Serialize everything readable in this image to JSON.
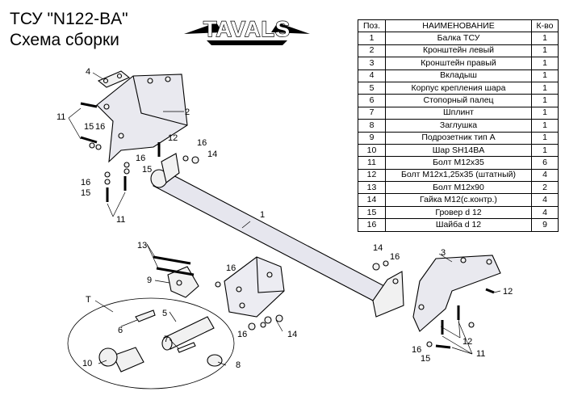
{
  "header": {
    "title": "ТСУ  \"N122-BA\"",
    "subtitle": "Схема сборки"
  },
  "logo": {
    "text": "TAVALS"
  },
  "parts_table": {
    "headers": [
      "Поз.",
      "НАИМЕНОВАНИЕ",
      "К-во"
    ],
    "rows": [
      [
        "1",
        "Балка ТСУ",
        "1"
      ],
      [
        "2",
        "Кронштейн левый",
        "1"
      ],
      [
        "3",
        "Кронштейн правый",
        "1"
      ],
      [
        "4",
        "Вкладыш",
        "1"
      ],
      [
        "5",
        "Корпус крепления шара",
        "1"
      ],
      [
        "6",
        "Стопорный палец",
        "1"
      ],
      [
        "7",
        "Шплинт",
        "1"
      ],
      [
        "8",
        "Заглушка",
        "1"
      ],
      [
        "9",
        "Подрозетник тип А",
        "1"
      ],
      [
        "10",
        "Шар SH14BA",
        "1"
      ],
      [
        "11",
        "Болт М12х35",
        "6"
      ],
      [
        "12",
        "Болт М12х1,25х35 (штатный)",
        "4"
      ],
      [
        "13",
        "Болт М12х90",
        "2"
      ],
      [
        "14",
        "Гайка М12(с.контр.)",
        "4"
      ],
      [
        "15",
        "Гровер d 12",
        "4"
      ],
      [
        "16",
        "Шайба d 12",
        "9"
      ]
    ]
  },
  "callouts": {
    "n1": "1",
    "n2": "2",
    "n3": "3",
    "n4": "4",
    "n5": "5",
    "n6": "6",
    "n7": "7",
    "n8": "8",
    "n9": "9",
    "n10": "10",
    "n11": "11",
    "n12": "12",
    "n13": "13",
    "n14": "14",
    "n15": "15",
    "n16": "16",
    "detachable": "T"
  }
}
